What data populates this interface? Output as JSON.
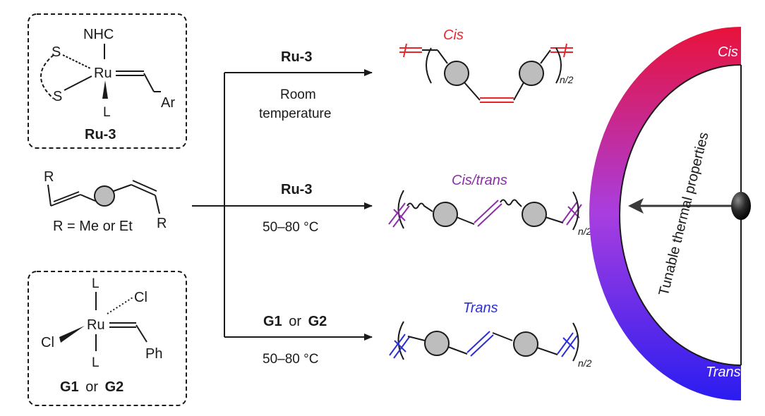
{
  "catalysts": {
    "ru3": {
      "nhc": "NHC",
      "s_top": "S",
      "s_bottom": "S",
      "metal": "Ru",
      "ligand_l": "L",
      "ar": "Ar",
      "name": "Ru-3"
    },
    "grubbs": {
      "l_top": "L",
      "cl_right": "Cl",
      "cl_left": "Cl",
      "metal": "Ru",
      "l_bottom": "L",
      "ph": "Ph",
      "name_g1": "G1",
      "or_word": "or",
      "name_g2": "G2"
    }
  },
  "monomer": {
    "r_top": "R",
    "r_bottom": "R",
    "caption": "R = Me or Et"
  },
  "conditions": [
    {
      "catalyst": "Ru-3",
      "line1": "Room",
      "line2": "temperature"
    },
    {
      "catalyst": "Ru-3",
      "line1": "50–80 °C"
    },
    {
      "catalyst_a": "G1",
      "or_word": "or",
      "catalyst_b": "G2",
      "line1": "50–80 °C"
    }
  ],
  "products": [
    {
      "label": "Cis",
      "subscript": "n/2",
      "color": "#e8262a"
    },
    {
      "label": "Cis/trans",
      "subscript": "n/2",
      "color": "#8b2fa8"
    },
    {
      "label": "Trans",
      "subscript": "n/2",
      "color": "#2b2fd6"
    }
  ],
  "gauge": {
    "top_label": "Cis",
    "bottom_label": "Trans",
    "axis_label": "Tunable thermal properties",
    "colors": {
      "top": "#e8123a",
      "middle": "#a83ee0",
      "bottom": "#2a1cf0"
    }
  }
}
